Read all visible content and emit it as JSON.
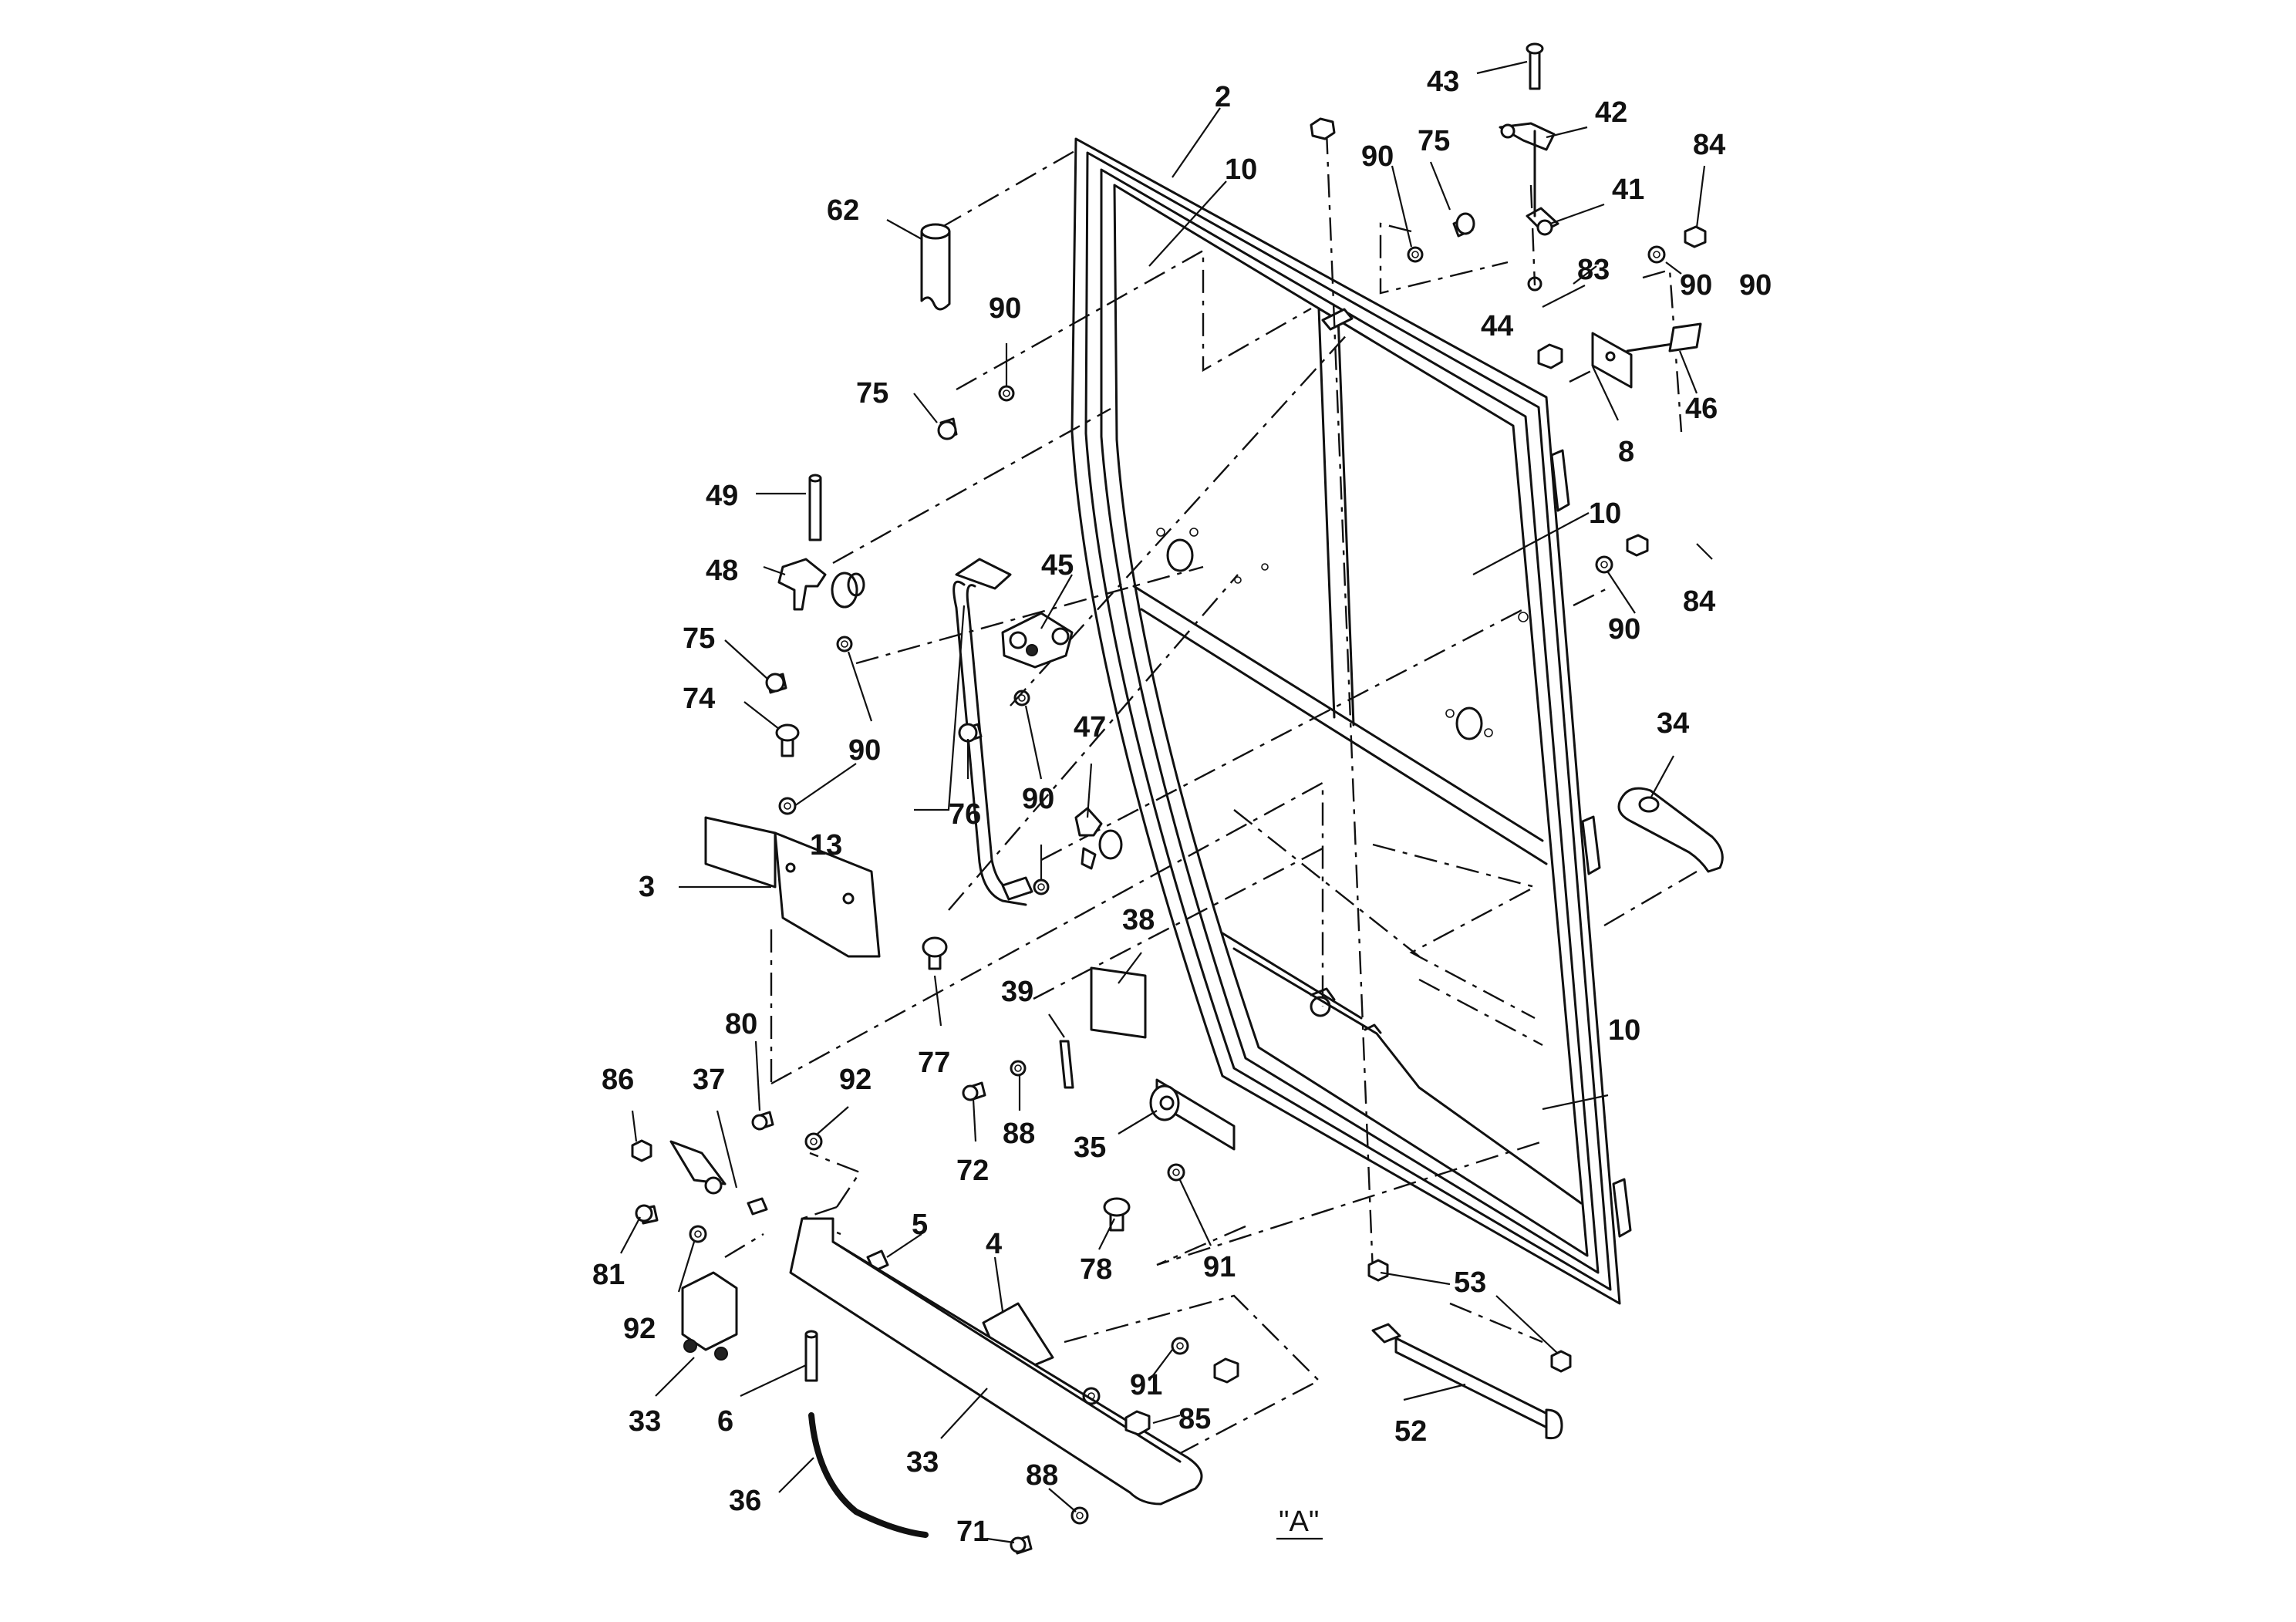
{
  "view_label": "\"A\"",
  "callouts": [
    "2",
    "10",
    "62",
    "90",
    "75",
    "43",
    "42",
    "41",
    "84",
    "90",
    "83",
    "44",
    "46",
    "8",
    "49",
    "48",
    "45",
    "10",
    "84",
    "90",
    "75",
    "74",
    "90",
    "76",
    "47",
    "90",
    "13",
    "34",
    "3",
    "38",
    "39",
    "77",
    "80",
    "92",
    "86",
    "37",
    "72",
    "88",
    "35",
    "10",
    "81",
    "92",
    "5",
    "4",
    "91",
    "78",
    "53",
    "33",
    "6",
    "91",
    "85",
    "52",
    "33",
    "36",
    "88",
    "71",
    "90",
    "75",
    "90"
  ]
}
